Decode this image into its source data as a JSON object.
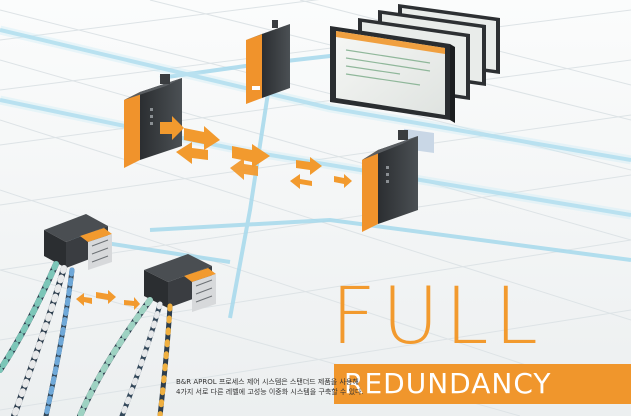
{
  "headline": {
    "title": "FULL",
    "subtitle": "REDUNDANCY"
  },
  "caption": {
    "line1": "B&R APROL 프로세스 제어 시스템은 스탠더드 제품을 사용해",
    "line2": "4가지 서로 다른 레벨에 고성능 이중화 시스템을 구축할 수 있다."
  },
  "colors": {
    "accent": "#f29a2e",
    "band": "#f0962c",
    "connection_lines": "#a6d9ec",
    "background": "#f3f5f6"
  },
  "icons": [
    "controller-module",
    "io-module",
    "industrial-panel-pc",
    "monitor-display",
    "data-exchange-arrows",
    "cable-bundle"
  ]
}
